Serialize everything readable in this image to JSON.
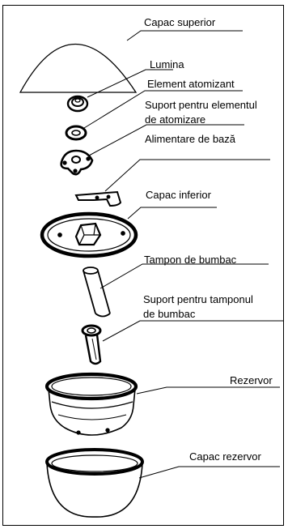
{
  "labels": {
    "top_cover": "Capac superior",
    "light": "Lumina",
    "atomizer": "Element atomizant",
    "atomizer_holder_l1": "Suport pentru elementul",
    "atomizer_holder_l2": "de atomizare",
    "base_power": "Alimentare de bază",
    "bottom_cover": "Capac inferior",
    "cotton_pad": "Tampon de bumbac",
    "cotton_holder_l1": "Suport pentru tamponul",
    "cotton_holder_l2": "de bumbac",
    "reservoir": "Rezervor",
    "reservoir_cover": "Capac rezervor"
  }
}
